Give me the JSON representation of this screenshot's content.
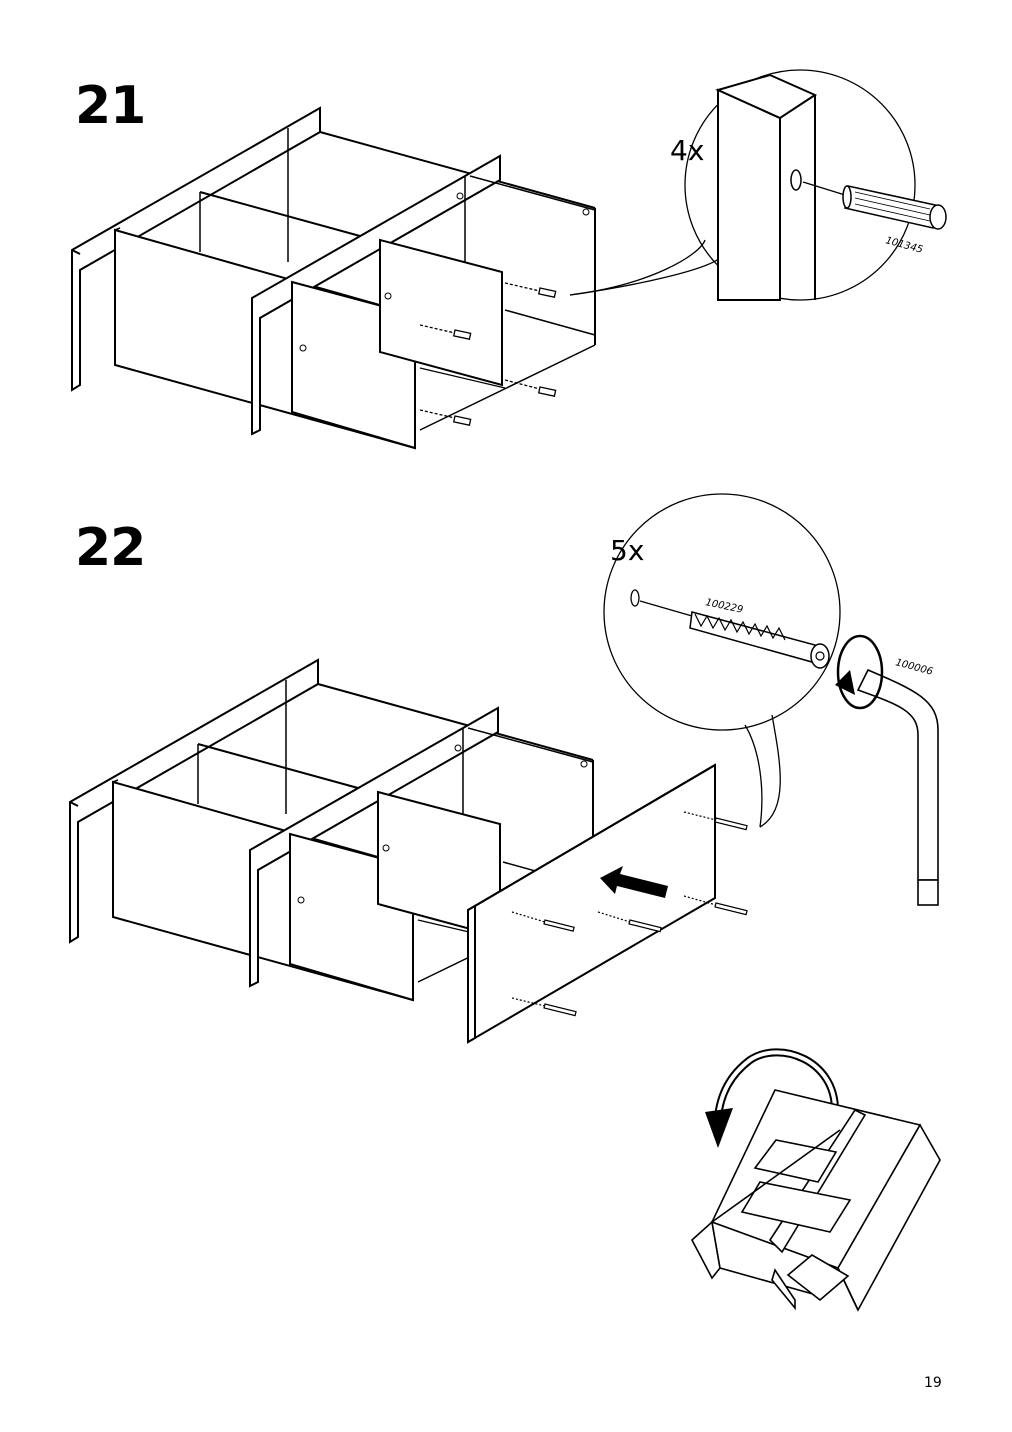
{
  "page": {
    "number": "19"
  },
  "steps": [
    {
      "number": "21",
      "callout": {
        "quantity": "4x",
        "part_id": "101345",
        "part_icon": "wooden-dowel-icon"
      }
    },
    {
      "number": "22",
      "callout": {
        "quantity": "5x",
        "part_id": "100229",
        "part_icon": "screw-icon",
        "tool_id": "100006",
        "tool_icon": "allen-key-icon"
      },
      "direction_icon": "push-arrow-icon",
      "flip_icon": "rotate-arrow-icon"
    }
  ]
}
